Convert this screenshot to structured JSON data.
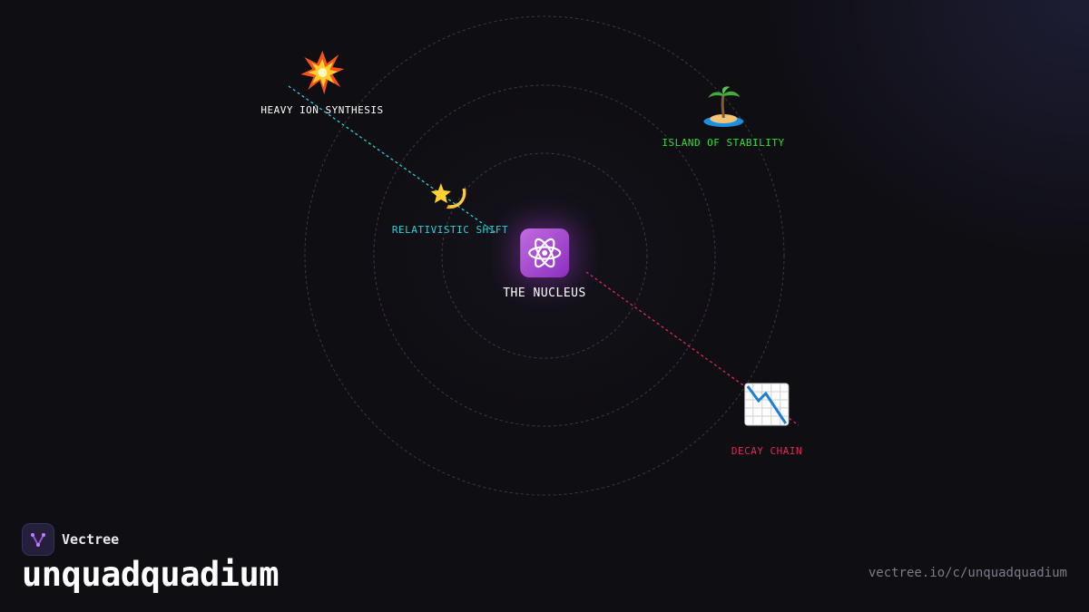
{
  "brand": {
    "name": "Vectree"
  },
  "topic": {
    "title": "unquadquadium"
  },
  "footer": {
    "url": "vectree.io/c/unquadquadium"
  },
  "center": {
    "label": "THE NUCLEUS",
    "icon": "atom-icon",
    "color": "#ffffff"
  },
  "nodes": [
    {
      "id": "heavy-ion-synthesis",
      "label": "HEAVY ION SYNTHESIS",
      "icon": "collision-icon",
      "color": "#ffffff"
    },
    {
      "id": "island-of-stability",
      "label": "ISLAND OF STABILITY",
      "icon": "island-icon",
      "color": "#2fe02f"
    },
    {
      "id": "relativistic-shift",
      "label": "RELATIVISTIC SHIFT",
      "icon": "dizzy-star-icon",
      "color": "#27d3d6"
    },
    {
      "id": "decay-chain",
      "label": "DECAY CHAIN",
      "icon": "chart-decreasing-icon",
      "color": "#e2265a"
    }
  ],
  "colors": {
    "background": "#0f0e13",
    "orbit": "#3a3a44",
    "cyan": "#27d3d6",
    "crimson": "#e2265a"
  }
}
